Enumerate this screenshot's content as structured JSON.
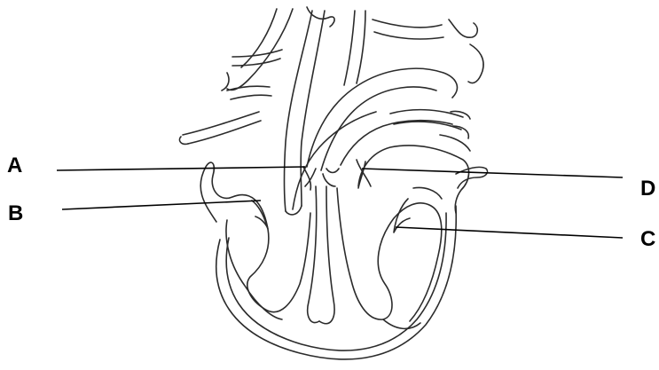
{
  "diagram": {
    "labels": [
      {
        "id": "a",
        "text": "A"
      },
      {
        "id": "b",
        "text": "B"
      },
      {
        "id": "c",
        "text": "C"
      },
      {
        "id": "d",
        "text": "D"
      }
    ]
  }
}
